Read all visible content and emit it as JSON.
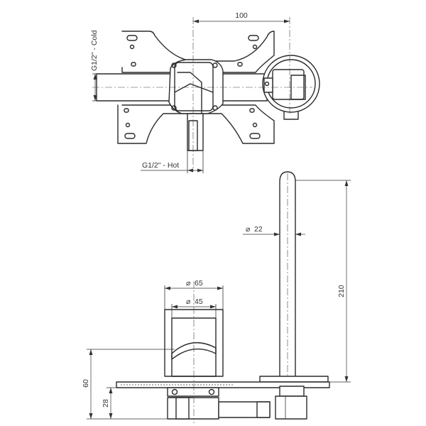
{
  "top_view": {
    "dim_width": "100",
    "label_cold": "G1/2\" - Cold",
    "label_hot": "G1/2\" - Hot"
  },
  "side_view": {
    "dia_spout": "22",
    "dia_outer": "65",
    "dia_inner": "45",
    "dim_spout_height": "210",
    "dim_body_height": "60",
    "dim_base_height": "28"
  }
}
